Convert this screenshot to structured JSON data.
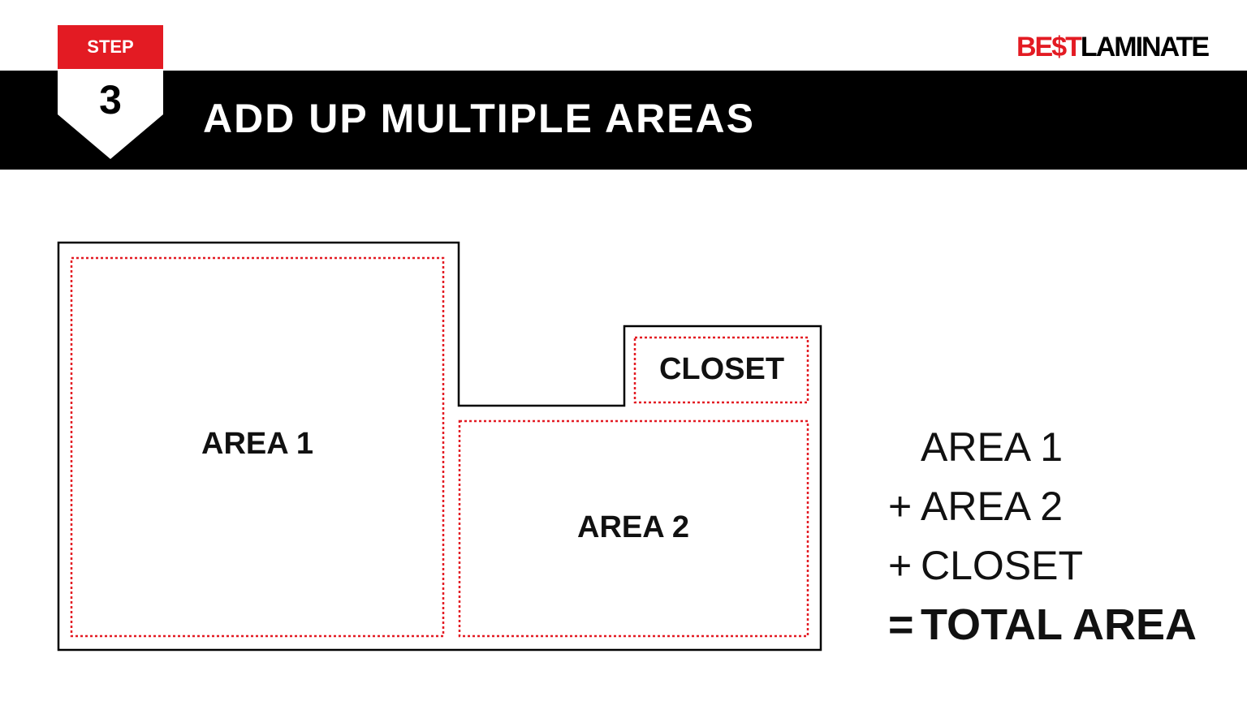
{
  "step": {
    "label": "STEP",
    "number": "3"
  },
  "header": {
    "title": "ADD UP MULTIPLE AREAS"
  },
  "logo": {
    "part1": "BE",
    "part2": "$T",
    "part3": "LAMINATE"
  },
  "colors": {
    "accent_red": "#e31b23",
    "bar_black": "#000000",
    "outline": "#000000"
  },
  "areas": {
    "area1": "AREA 1",
    "area2": "AREA 2",
    "closet": "CLOSET"
  },
  "formula": [
    {
      "op": "",
      "text": "AREA 1"
    },
    {
      "op": "+",
      "text": "AREA 2"
    },
    {
      "op": "+",
      "text": "CLOSET"
    },
    {
      "op": "=",
      "text": "TOTAL AREA"
    }
  ]
}
